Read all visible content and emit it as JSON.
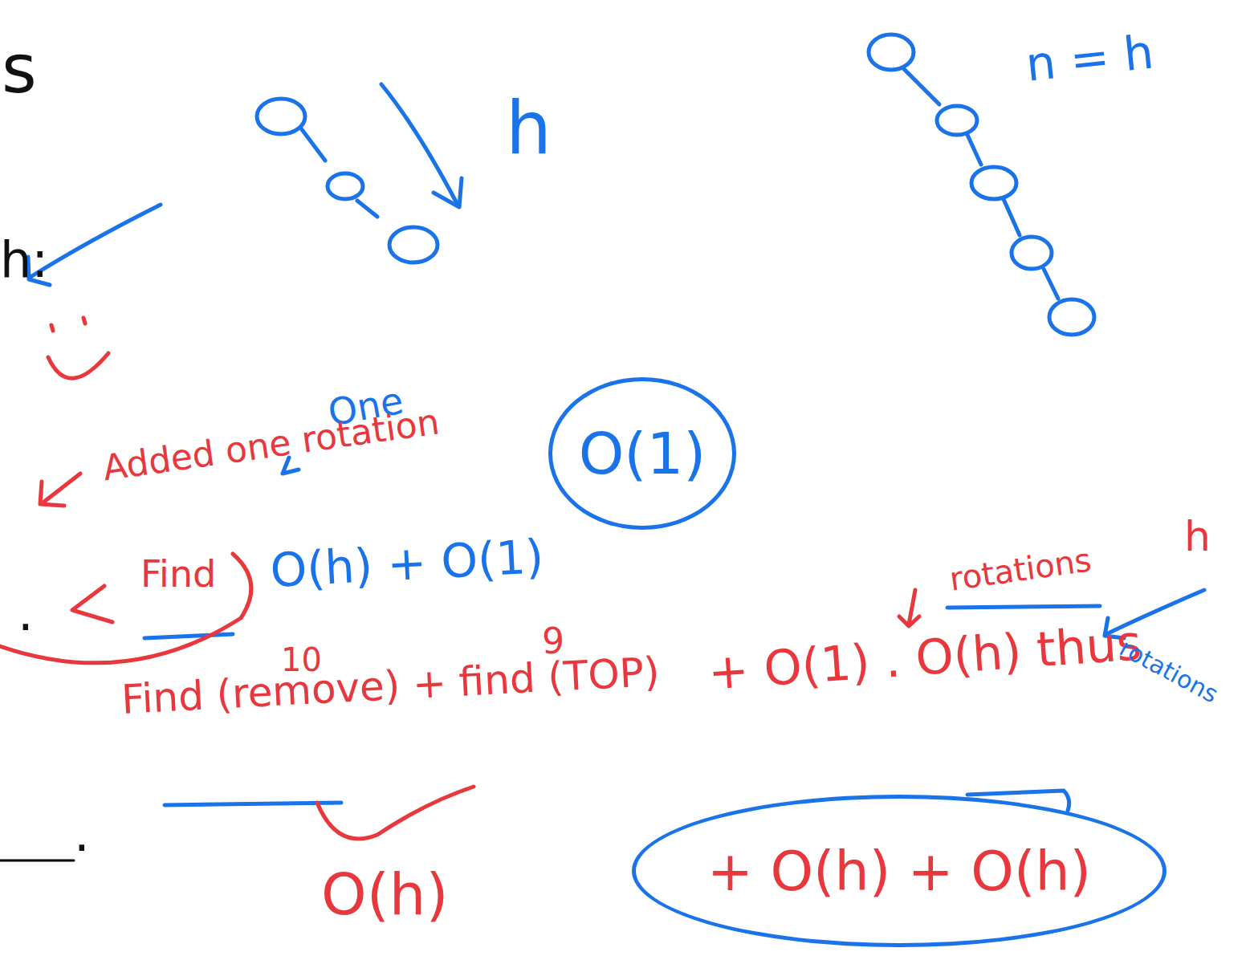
{
  "diagram": {
    "nodes": [
      {
        "text": [
          "O(1)"
        ]
      },
      {
        "text": [
          "+ O(h) + O(h)"
        ]
      }
    ],
    "labels": [
      "s",
      "h:",
      "h",
      "n = h",
      "One",
      "Added one rotation",
      "Find",
      "O(h) + O(1)",
      ".",
      "10",
      "9",
      "Find (remove) + find (TOP)",
      "O(h)",
      "+ O(1) . O(h) thus",
      "rotations",
      "h",
      "rotations",
      "."
    ]
  }
}
